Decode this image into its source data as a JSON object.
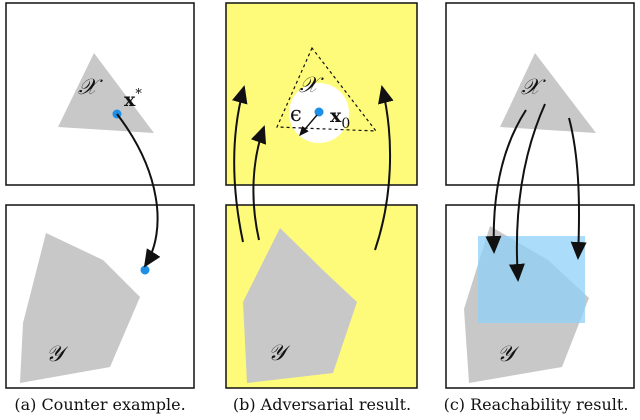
{
  "panels": [
    {
      "caption": "(a) Counter example.",
      "input_set_label": "𝒳",
      "output_set_label": "𝒴",
      "point_label": "x",
      "point_superscript": "*"
    },
    {
      "caption": "(b) Adversarial result.",
      "input_set_label": "𝒳",
      "output_set_label": "𝒴",
      "epsilon_label": "ϵ",
      "point_label": "x",
      "point_subscript": "0"
    },
    {
      "caption": "(c) Reachability result.",
      "input_set_label": "𝒳",
      "output_set_label": "𝒴"
    }
  ],
  "colors": {
    "set_gray": "#c8c8c8",
    "highlight_yellow": "#fffb7a",
    "point_blue": "#1e8fe6",
    "reach_blue": "#8fd0f7",
    "stroke": "#111111"
  }
}
